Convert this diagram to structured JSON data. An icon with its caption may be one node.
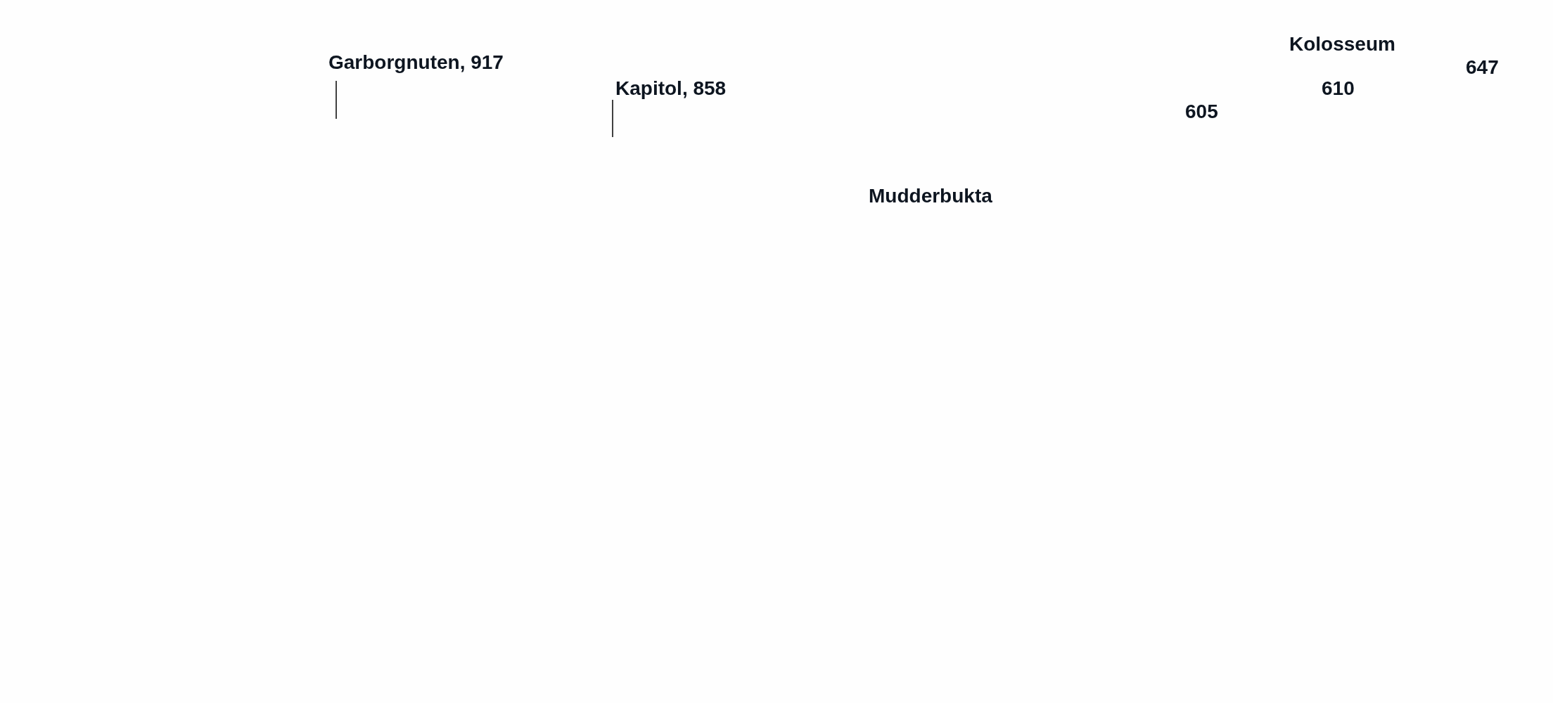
{
  "diagram": {
    "labels": [
      "Kolosseum",
      "Garborgnuten, 917",
      "647",
      "Kapitol, 858",
      "610",
      "605",
      "Mudderbukta"
    ]
  }
}
